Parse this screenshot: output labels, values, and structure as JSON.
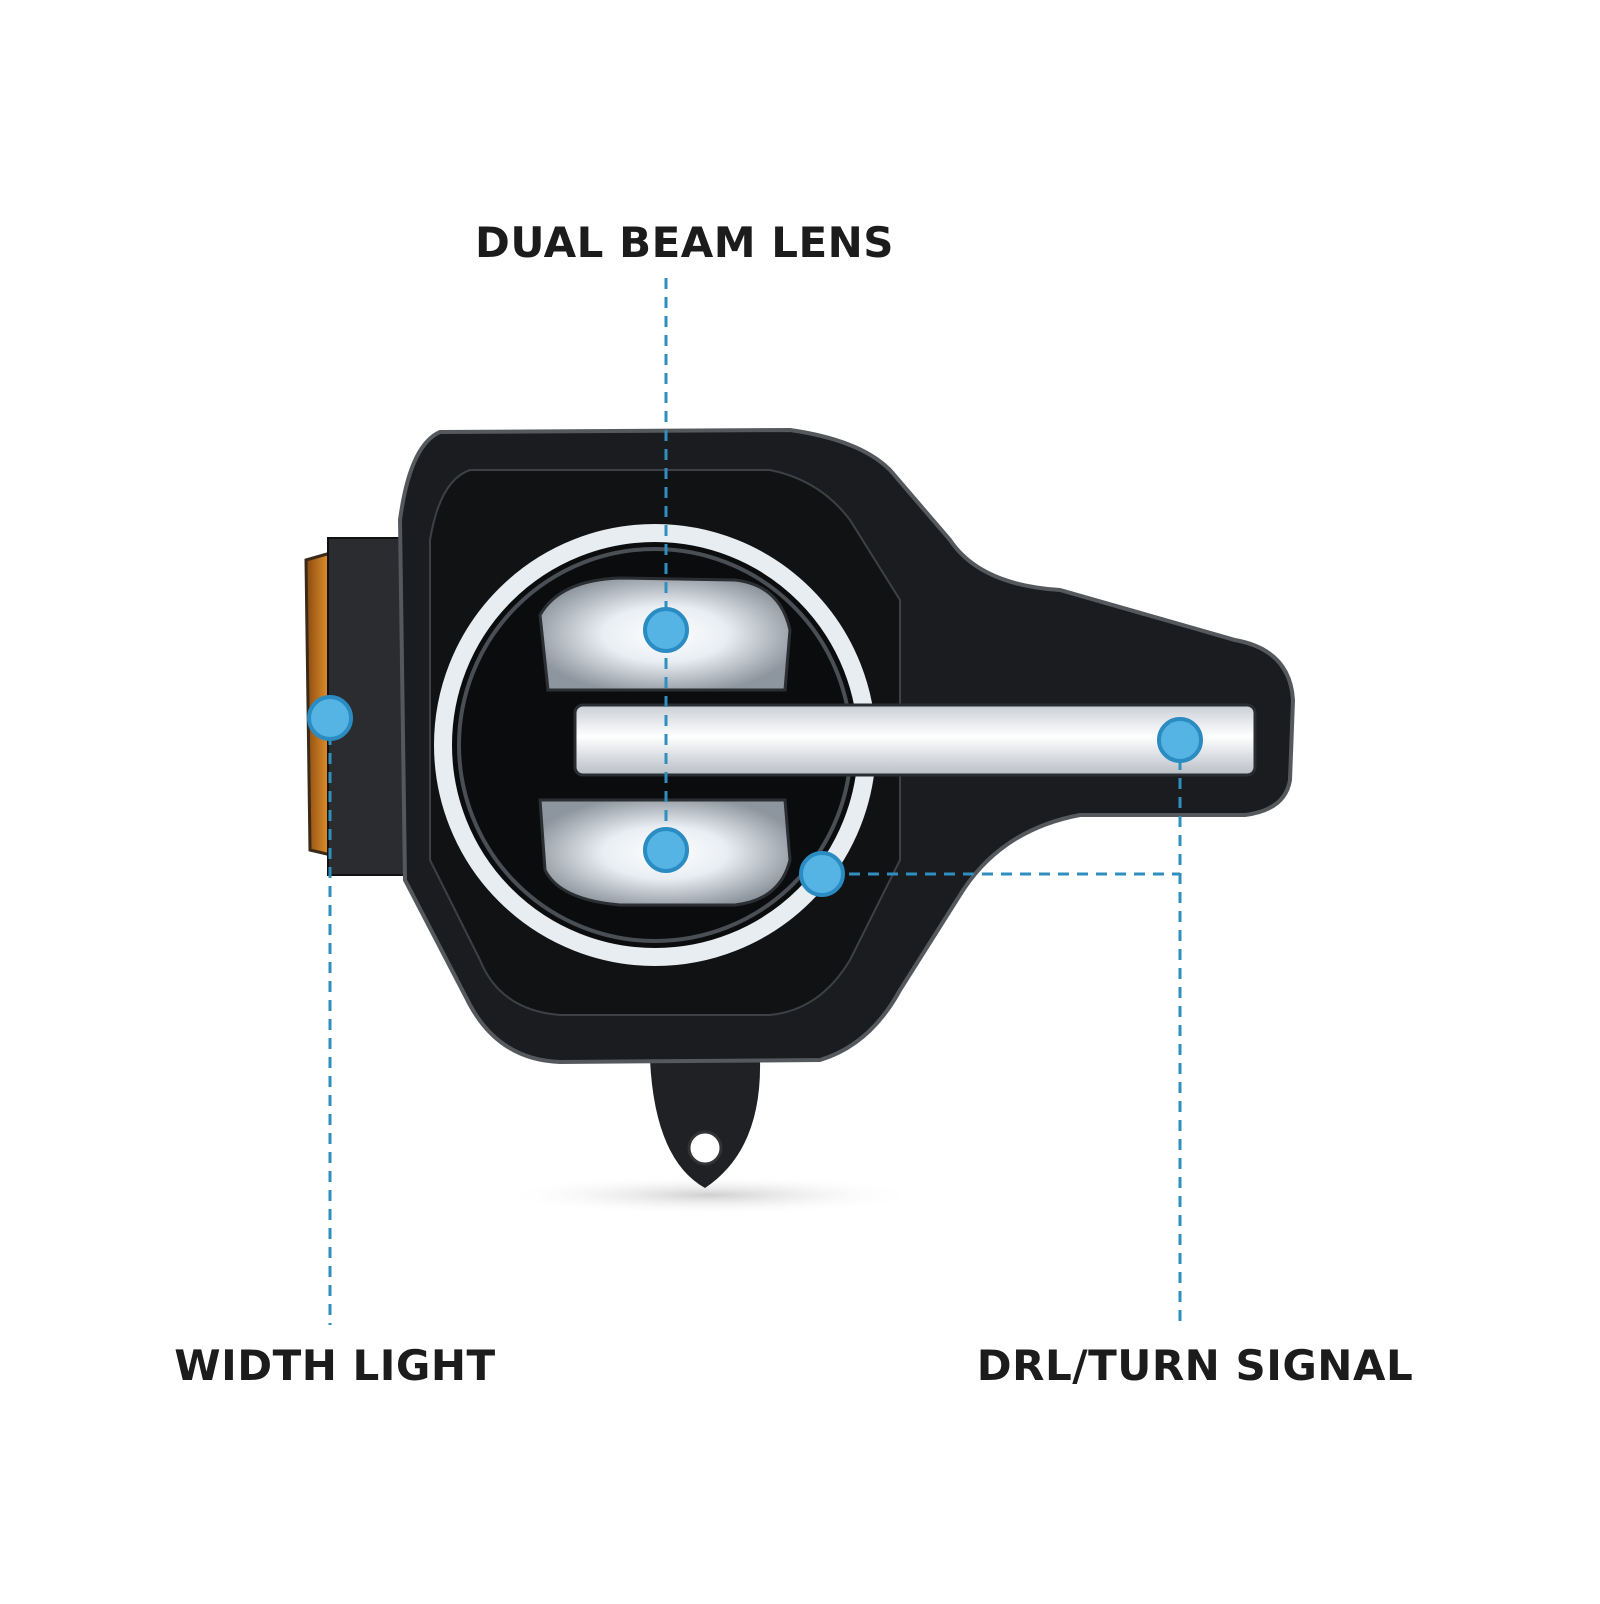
{
  "callouts": {
    "dual_beam_lens": "DUAL BEAM LENS",
    "width_light": "WIDTH LIGHT",
    "drl_turn_signal": "DRL/TURN SIGNAL"
  },
  "colors": {
    "accent_dot": "#55b4e3",
    "leader_line": "#2f8fbf",
    "housing": "#17191c",
    "amber_reflector": "#d9821e",
    "label_text": "#1c1c1c"
  }
}
